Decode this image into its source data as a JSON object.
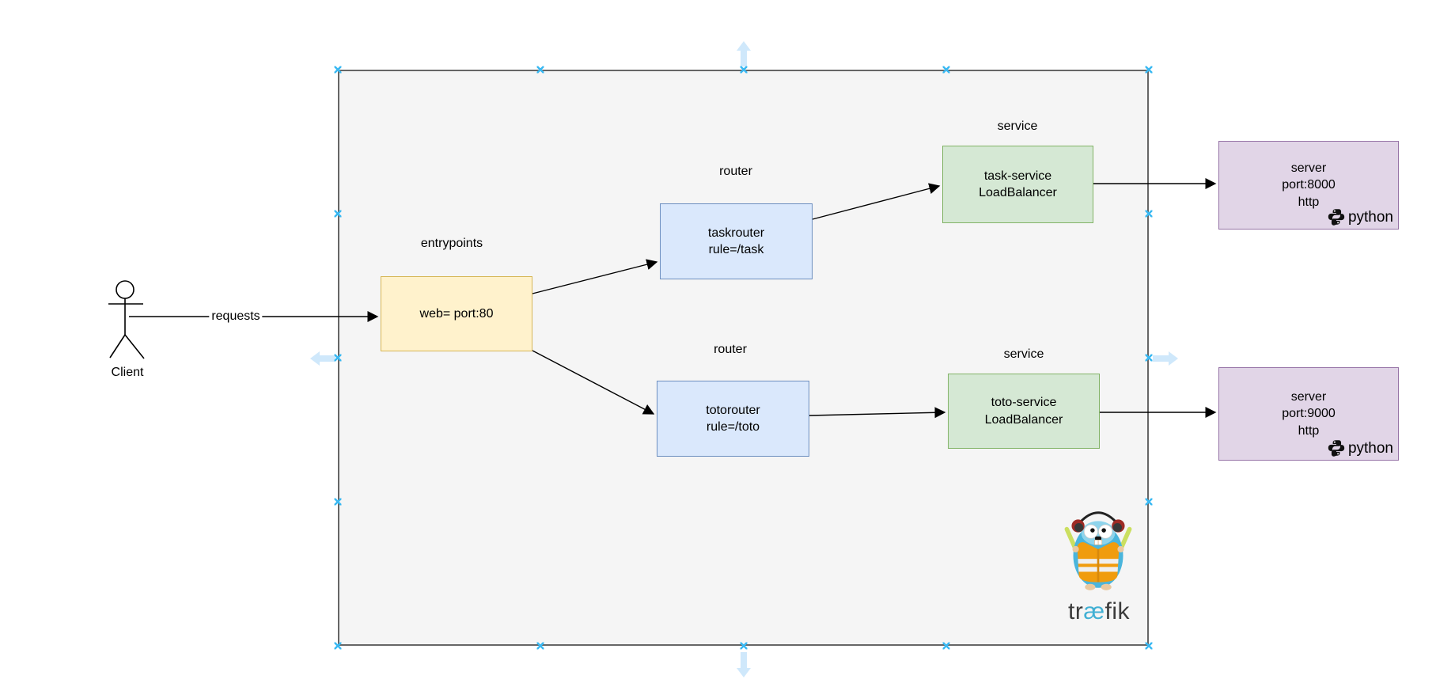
{
  "diagram": {
    "client": {
      "label": "Client"
    },
    "request_edge_label": "requests",
    "entrypoints": {
      "group_label": "entrypoints",
      "node_text": "web= port:80"
    },
    "routers": [
      {
        "group_label": "router",
        "node_text": "taskrouter\nrule=/task"
      },
      {
        "group_label": "router",
        "node_text": "totorouter\nrule=/toto"
      }
    ],
    "services": [
      {
        "group_label": "service",
        "node_text": "task-service\nLoadBalancer"
      },
      {
        "group_label": "service",
        "node_text": "toto-service\nLoadBalancer"
      }
    ],
    "servers": [
      {
        "node_text": "server\nport:8000\nhttp",
        "badge_label": "python"
      },
      {
        "node_text": "server\nport:9000\nhttp",
        "badge_label": "python"
      }
    ],
    "traefik_wordmark": {
      "pre": "tr",
      "ligature": "æ",
      "post": "fik"
    }
  },
  "colors": {
    "entrypoint_fill": "#FFF2CC",
    "entrypoint_border": "#D6B656",
    "router_fill": "#DAE8FC",
    "router_border": "#6C8EBF",
    "service_fill": "#D5E8D4",
    "service_border": "#82B366",
    "server_fill": "#E1D5E7",
    "server_border": "#9673A6",
    "container_fill": "#F5F5F5",
    "container_border": "#666666",
    "edge_stroke": "#000000",
    "selection_handle": "#3BB9F2",
    "direction_arrow": "#CFE8FB",
    "traefik_accent": "#41B0D4"
  }
}
